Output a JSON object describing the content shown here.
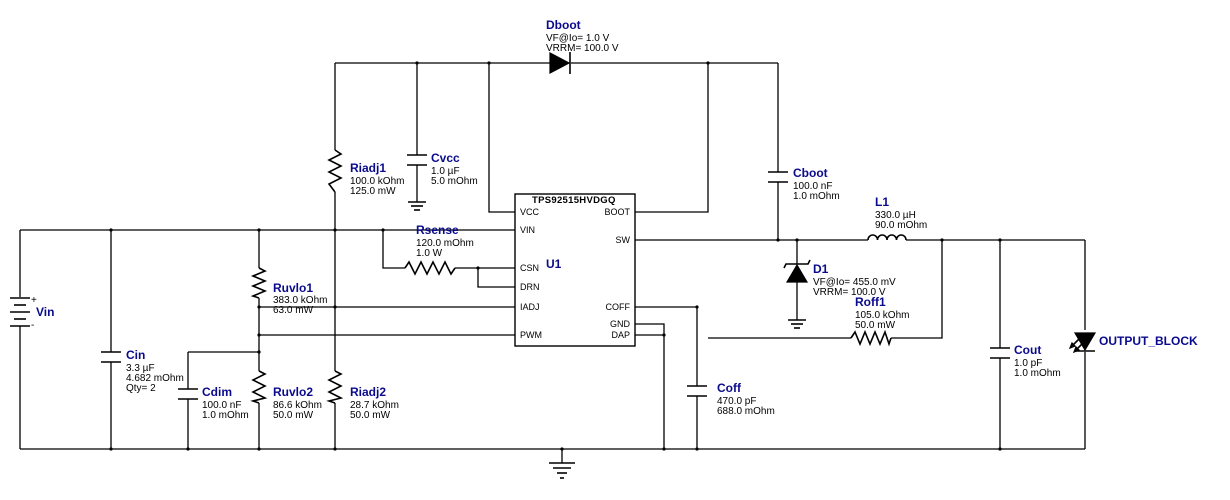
{
  "ic": {
    "ref": "U1",
    "part": "TPS92515HVDGQ",
    "pins": {
      "vcc": "VCC",
      "vin": "VIN",
      "csn": "CSN",
      "drn": "DRN",
      "iadj": "IADJ",
      "pwm": "PWM",
      "boot": "BOOT",
      "sw": "SW",
      "coff": "COFF",
      "gnd": "GND",
      "dap": "DAP"
    }
  },
  "vin": {
    "ref": "Vin",
    "plus": "+",
    "minus": "-"
  },
  "cin": {
    "ref": "Cin",
    "values": [
      "3.3 µF",
      "4.682 mOhm",
      "Qty= 2"
    ]
  },
  "cdim": {
    "ref": "Cdim",
    "values": [
      "100.0 nF",
      "1.0 mOhm"
    ]
  },
  "ruvlo1": {
    "ref": "Ruvlo1",
    "values": [
      "383.0 kOhm",
      "63.0 mW"
    ]
  },
  "ruvlo2": {
    "ref": "Ruvlo2",
    "values": [
      "86.6 kOhm",
      "50.0 mW"
    ]
  },
  "riadj1": {
    "ref": "Riadj1",
    "values": [
      "100.0 kOhm",
      "125.0 mW"
    ]
  },
  "riadj2": {
    "ref": "Riadj2",
    "values": [
      "28.7 kOhm",
      "50.0 mW"
    ]
  },
  "cvcc": {
    "ref": "Cvcc",
    "values": [
      "1.0 µF",
      "5.0 mOhm"
    ]
  },
  "rsense": {
    "ref": "Rsense",
    "values": [
      "120.0 mOhm",
      "1.0 W"
    ]
  },
  "dboot": {
    "ref": "Dboot",
    "values": [
      "VF@Io= 1.0 V",
      "VRRM= 100.0 V"
    ]
  },
  "cboot": {
    "ref": "Cboot",
    "values": [
      "100.0 nF",
      "1.0 mOhm"
    ]
  },
  "l1": {
    "ref": "L1",
    "values": [
      "330.0 µH",
      "90.0 mOhm"
    ]
  },
  "d1": {
    "ref": "D1",
    "values": [
      "VF@Io= 455.0 mV",
      "VRRM= 100.0 V"
    ]
  },
  "roff1": {
    "ref": "Roff1",
    "values": [
      "105.0 kOhm",
      "50.0 mW"
    ]
  },
  "coff": {
    "ref": "Coff",
    "values": [
      "470.0 pF",
      "688.0 mOhm"
    ]
  },
  "cout": {
    "ref": "Cout",
    "values": [
      "1.0 pF",
      "1.0 mOhm"
    ]
  },
  "output": {
    "label": "OUTPUT_BLOCK"
  }
}
